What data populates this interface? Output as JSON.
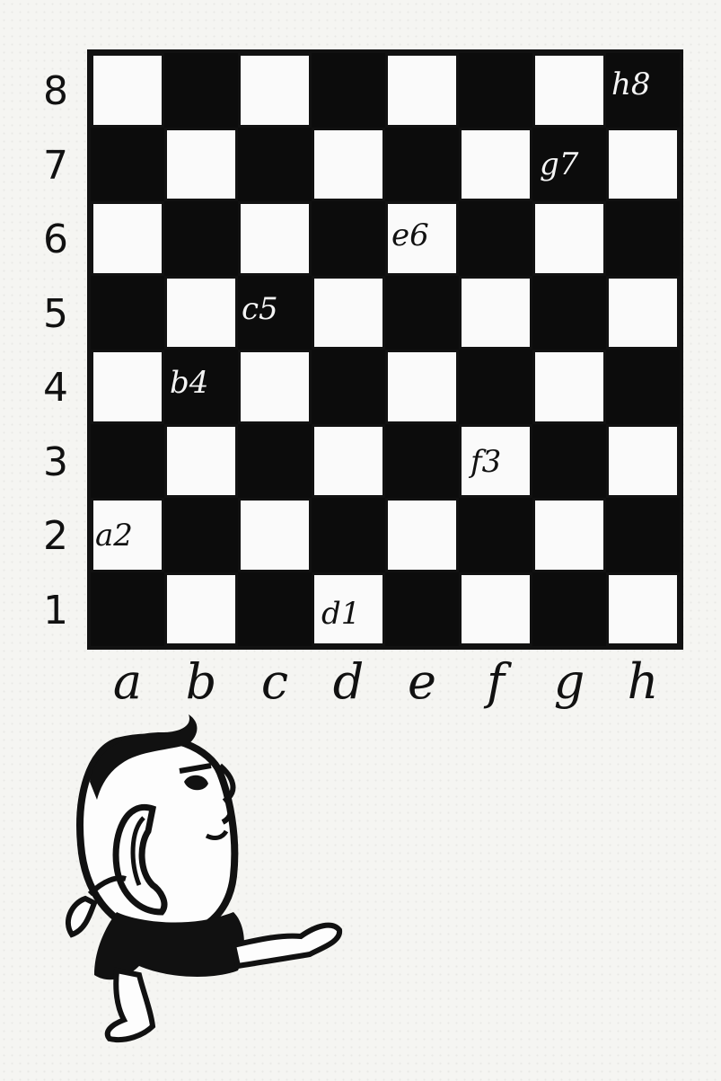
{
  "board": {
    "files": [
      "a",
      "b",
      "c",
      "d",
      "e",
      "f",
      "g",
      "h"
    ],
    "ranks": [
      "8",
      "7",
      "6",
      "5",
      "4",
      "3",
      "2",
      "1"
    ],
    "square_labels": {
      "h8": "h8",
      "g7": "g7",
      "e6": "e6",
      "c5": "c5",
      "b4": "b4",
      "f3": "f3",
      "a2": "a2",
      "d1": "d1"
    },
    "colors": {
      "dark": "#0c0c0c",
      "light": "#fafafa"
    }
  },
  "illustration": {
    "subject": "cartoon-character-walking"
  }
}
